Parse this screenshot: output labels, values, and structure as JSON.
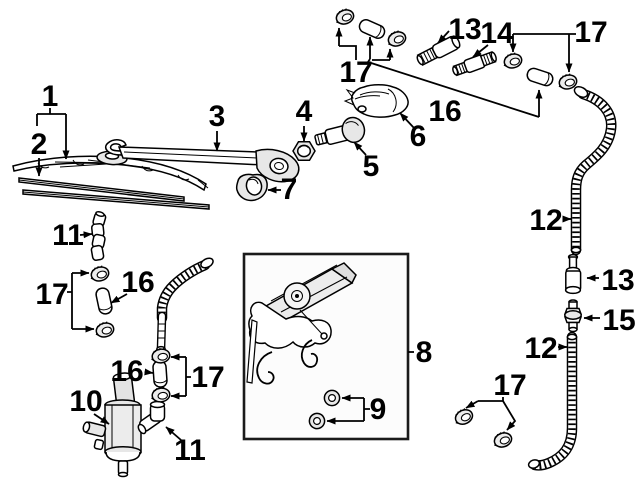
{
  "diagram": {
    "background": "#ffffff",
    "line_color": "#000000",
    "shade_color": "#e7e7e7",
    "labels": [
      {
        "text": "1"
      },
      {
        "text": "2"
      },
      {
        "text": "3"
      },
      {
        "text": "4"
      },
      {
        "text": "5"
      },
      {
        "text": "6"
      },
      {
        "text": "7"
      },
      {
        "text": "8"
      },
      {
        "text": "9"
      },
      {
        "text": "10"
      },
      {
        "text": "11"
      },
      {
        "text": "11"
      },
      {
        "text": "12"
      },
      {
        "text": "12"
      },
      {
        "text": "13"
      },
      {
        "text": "13"
      },
      {
        "text": "14"
      },
      {
        "text": "15"
      },
      {
        "text": "16"
      },
      {
        "text": "16"
      },
      {
        "text": "16"
      },
      {
        "text": "17"
      },
      {
        "text": "17"
      },
      {
        "text": "17"
      },
      {
        "text": "17"
      },
      {
        "text": "17"
      }
    ]
  }
}
